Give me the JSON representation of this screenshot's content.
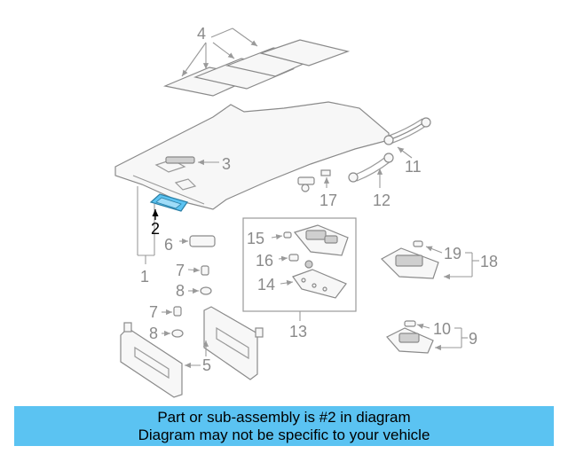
{
  "diagram": {
    "callouts": {
      "c1": "1",
      "c2": "2",
      "c3": "3",
      "c4": "4",
      "c5": "5",
      "c6": "6",
      "c7a": "7",
      "c7b": "7",
      "c8a": "8",
      "c8b": "8",
      "c9": "9",
      "c10": "10",
      "c11": "11",
      "c12": "12",
      "c13": "13",
      "c14": "14",
      "c15": "15",
      "c16": "16",
      "c17": "17",
      "c18": "18",
      "c19": "19"
    },
    "highlight_color": "#5bc3f2"
  },
  "banner": {
    "line1": "Part or sub-assembly is #2 in diagram",
    "line2": "Diagram may not be specific to your vehicle",
    "color": "#5bc3f2"
  }
}
